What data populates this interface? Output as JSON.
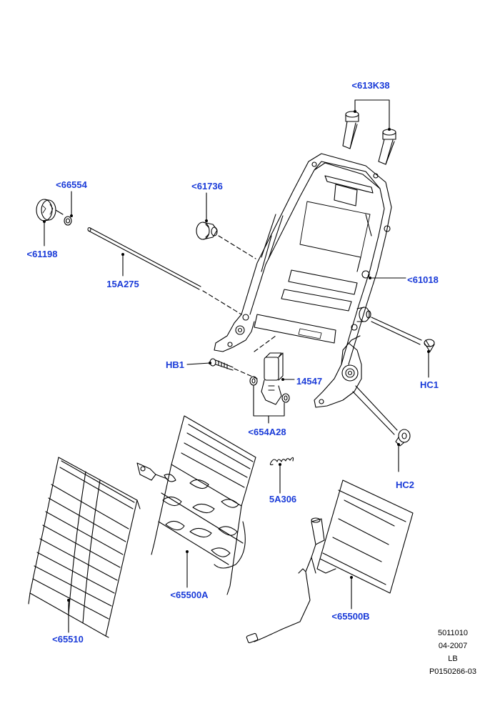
{
  "callouts": {
    "c613K38": "<613K38",
    "c66554": "<66554",
    "c61736": "<61736",
    "c61198": "<61198",
    "c15A275": "15A275",
    "c61018": "<61018",
    "cHB1": "HB1",
    "c14547": "14547",
    "cHC1": "HC1",
    "c654A28": "<654A28",
    "cHC2": "HC2",
    "c5A306": "5A306",
    "c65500A": "<65500A",
    "c65500B": "<65500B",
    "c65510": "<65510"
  },
  "info_block": {
    "line1": "5011010",
    "line2": "04-2007",
    "line3": "LB",
    "line4": "P0150266-03"
  },
  "colors": {
    "callout": "#1a3bd8",
    "line": "#000000"
  }
}
